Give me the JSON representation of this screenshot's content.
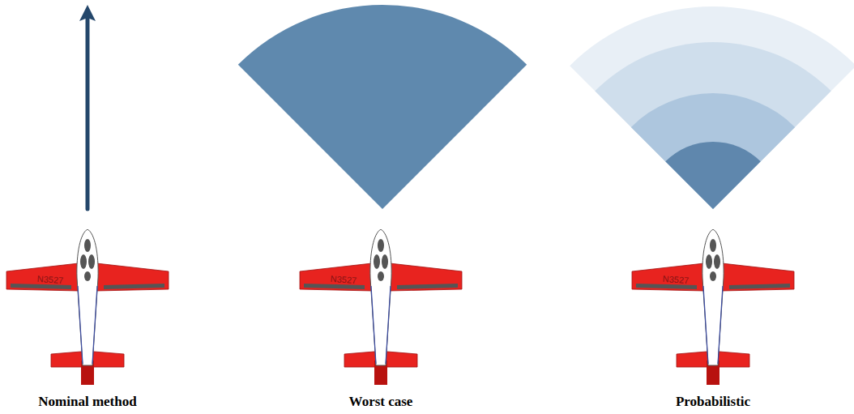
{
  "diagram": {
    "labels": [
      "N3527",
      "N3527",
      "N3527",
      "Nominal method",
      "Worst case",
      "Probabilistic"
    ]
  }
}
